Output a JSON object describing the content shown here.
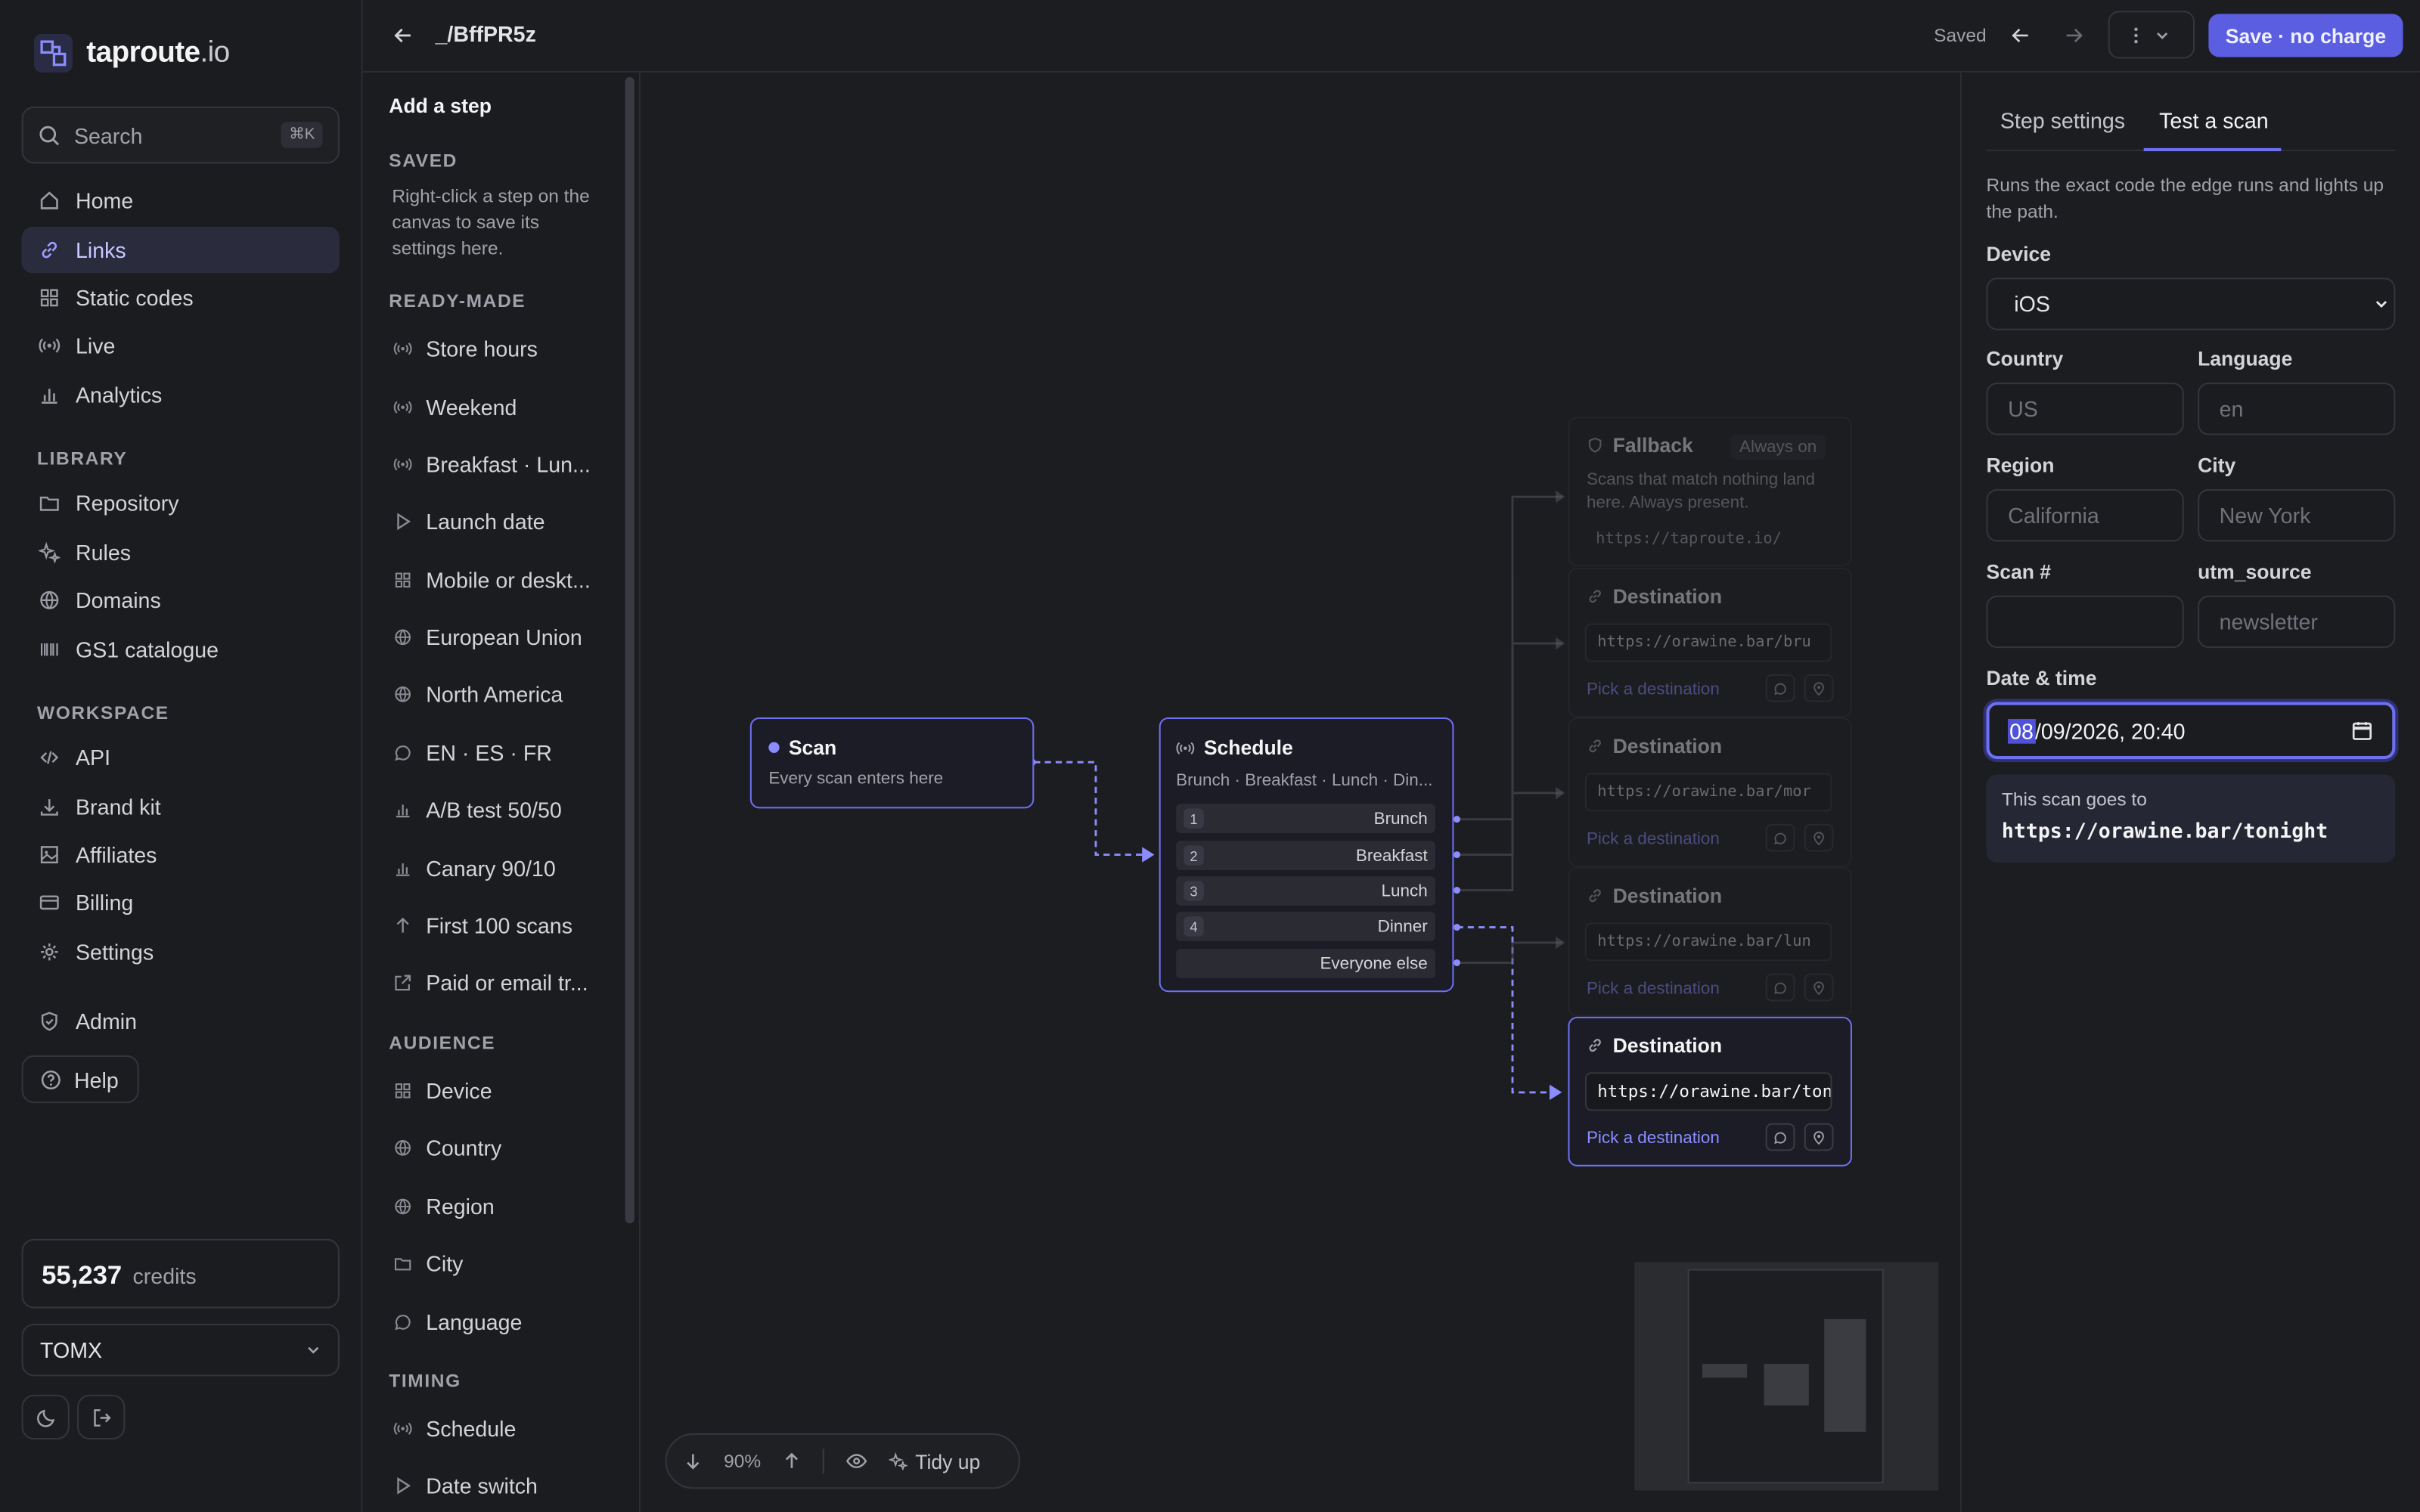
{
  "app": {
    "brand_name": "taproute",
    "brand_suffix": ".io"
  },
  "sidebar": {
    "search_placeholder": "Search",
    "search_shortcut": "⌘K",
    "nav": [
      {
        "label": "Home",
        "icon": "home-icon"
      },
      {
        "label": "Links",
        "icon": "link-icon",
        "active": true
      },
      {
        "label": "Static codes",
        "icon": "grid-icon"
      },
      {
        "label": "Live",
        "icon": "broadcast-icon"
      },
      {
        "label": "Analytics",
        "icon": "bar-chart-icon"
      }
    ],
    "library_heading": "LIBRARY",
    "library": [
      {
        "label": "Repository",
        "icon": "folder-icon"
      },
      {
        "label": "Rules",
        "icon": "sparkle-icon"
      },
      {
        "label": "Domains",
        "icon": "globe-icon"
      },
      {
        "label": "GS1 catalogue",
        "icon": "barcode-icon"
      }
    ],
    "workspace_heading": "WORKSPACE",
    "workspace": [
      {
        "label": "API",
        "icon": "code-icon"
      },
      {
        "label": "Brand kit",
        "icon": "download-icon"
      },
      {
        "label": "Affiliates",
        "icon": "image-icon"
      },
      {
        "label": "Billing",
        "icon": "card-icon"
      },
      {
        "label": "Settings",
        "icon": "gear-icon"
      }
    ],
    "admin_label": "Admin",
    "help_label": "Help",
    "credits_value": "55,237",
    "credits_label": "credits",
    "team_name": "TOMX"
  },
  "topbar": {
    "title": "_/BffPR5z",
    "status": "Saved",
    "save_label": "Save · no charge"
  },
  "steps_panel": {
    "title": "Add a step",
    "saved_heading": "SAVED",
    "saved_hint": "Right-click a step on the canvas to save its settings here.",
    "readymade_heading": "READY-MADE",
    "readymade": [
      {
        "label": "Store hours",
        "icon": "broadcast-icon"
      },
      {
        "label": "Weekend",
        "icon": "broadcast-icon"
      },
      {
        "label": "Breakfast · Lun...",
        "icon": "broadcast-icon"
      },
      {
        "label": "Launch date",
        "icon": "play-icon"
      },
      {
        "label": "Mobile or deskt...",
        "icon": "grid-icon"
      },
      {
        "label": "European Union",
        "icon": "globe-icon"
      },
      {
        "label": "North America",
        "icon": "globe-icon"
      },
      {
        "label": "EN · ES · FR",
        "icon": "chat-icon"
      },
      {
        "label": "A/B test 50/50",
        "icon": "bar-chart-icon"
      },
      {
        "label": "Canary 90/10",
        "icon": "bar-chart-icon"
      },
      {
        "label": "First 100 scans",
        "icon": "arrow-up-icon"
      },
      {
        "label": "Paid or email tr...",
        "icon": "external-link-icon"
      }
    ],
    "audience_heading": "AUDIENCE",
    "audience": [
      {
        "label": "Device",
        "icon": "grid-icon"
      },
      {
        "label": "Country",
        "icon": "globe-icon"
      },
      {
        "label": "Region",
        "icon": "globe-icon"
      },
      {
        "label": "City",
        "icon": "folder-icon"
      },
      {
        "label": "Language",
        "icon": "chat-icon"
      }
    ],
    "timing_heading": "TIMING",
    "timing": [
      {
        "label": "Schedule",
        "icon": "broadcast-icon"
      },
      {
        "label": "Date switch",
        "icon": "play-icon"
      }
    ]
  },
  "canvas": {
    "scan_node": {
      "title": "Scan",
      "subtitle": "Every scan enters here"
    },
    "schedule_node": {
      "title": "Schedule",
      "subtitle": "Brunch · Breakfast · Lunch · Din...",
      "rows": [
        {
          "num": "1",
          "label": "Brunch"
        },
        {
          "num": "2",
          "label": "Breakfast"
        },
        {
          "num": "3",
          "label": "Lunch"
        },
        {
          "num": "4",
          "label": "Dinner"
        },
        {
          "num": "",
          "label": "Everyone else"
        }
      ]
    },
    "fallback_node": {
      "title": "Fallback",
      "badge": "Always on",
      "text": "Scans that match nothing land here. Always present.",
      "url": "https://taproute.io/"
    },
    "destinations": [
      {
        "title": "Destination",
        "url": "https://orawine.bar/bru",
        "pick": "Pick a destination",
        "active": false
      },
      {
        "title": "Destination",
        "url": "https://orawine.bar/mor",
        "pick": "Pick a destination",
        "active": false
      },
      {
        "title": "Destination",
        "url": "https://orawine.bar/lun",
        "pick": "Pick a destination",
        "active": false
      },
      {
        "title": "Destination",
        "url": "https://orawine.bar/ton",
        "pick": "Pick a destination",
        "active": true
      }
    ],
    "zoom": "90%",
    "tidy_label": "Tidy up"
  },
  "right_panel": {
    "tabs": [
      "Step settings",
      "Test a scan"
    ],
    "active_tab": "Test a scan",
    "description": "Runs the exact code the edge runs and lights up the path.",
    "device_label": "Device",
    "device_value": "iOS",
    "country_label": "Country",
    "country_placeholder": "US",
    "language_label": "Language",
    "language_placeholder": "en",
    "region_label": "Region",
    "region_placeholder": "California",
    "city_label": "City",
    "city_placeholder": "New York",
    "scan_label": "Scan #",
    "scan_placeholder": "",
    "utm_label": "utm_source",
    "utm_placeholder": "newsletter",
    "date_label": "Date & time",
    "date_day": "08",
    "date_rest": "/09/2026, 20:40",
    "result_label": "This scan goes to",
    "result_url": "https://orawine.bar/tonight"
  },
  "colors": {
    "accent": "#6e70f2",
    "background": "#1c1d21",
    "save_button": "#5b5ee0"
  }
}
